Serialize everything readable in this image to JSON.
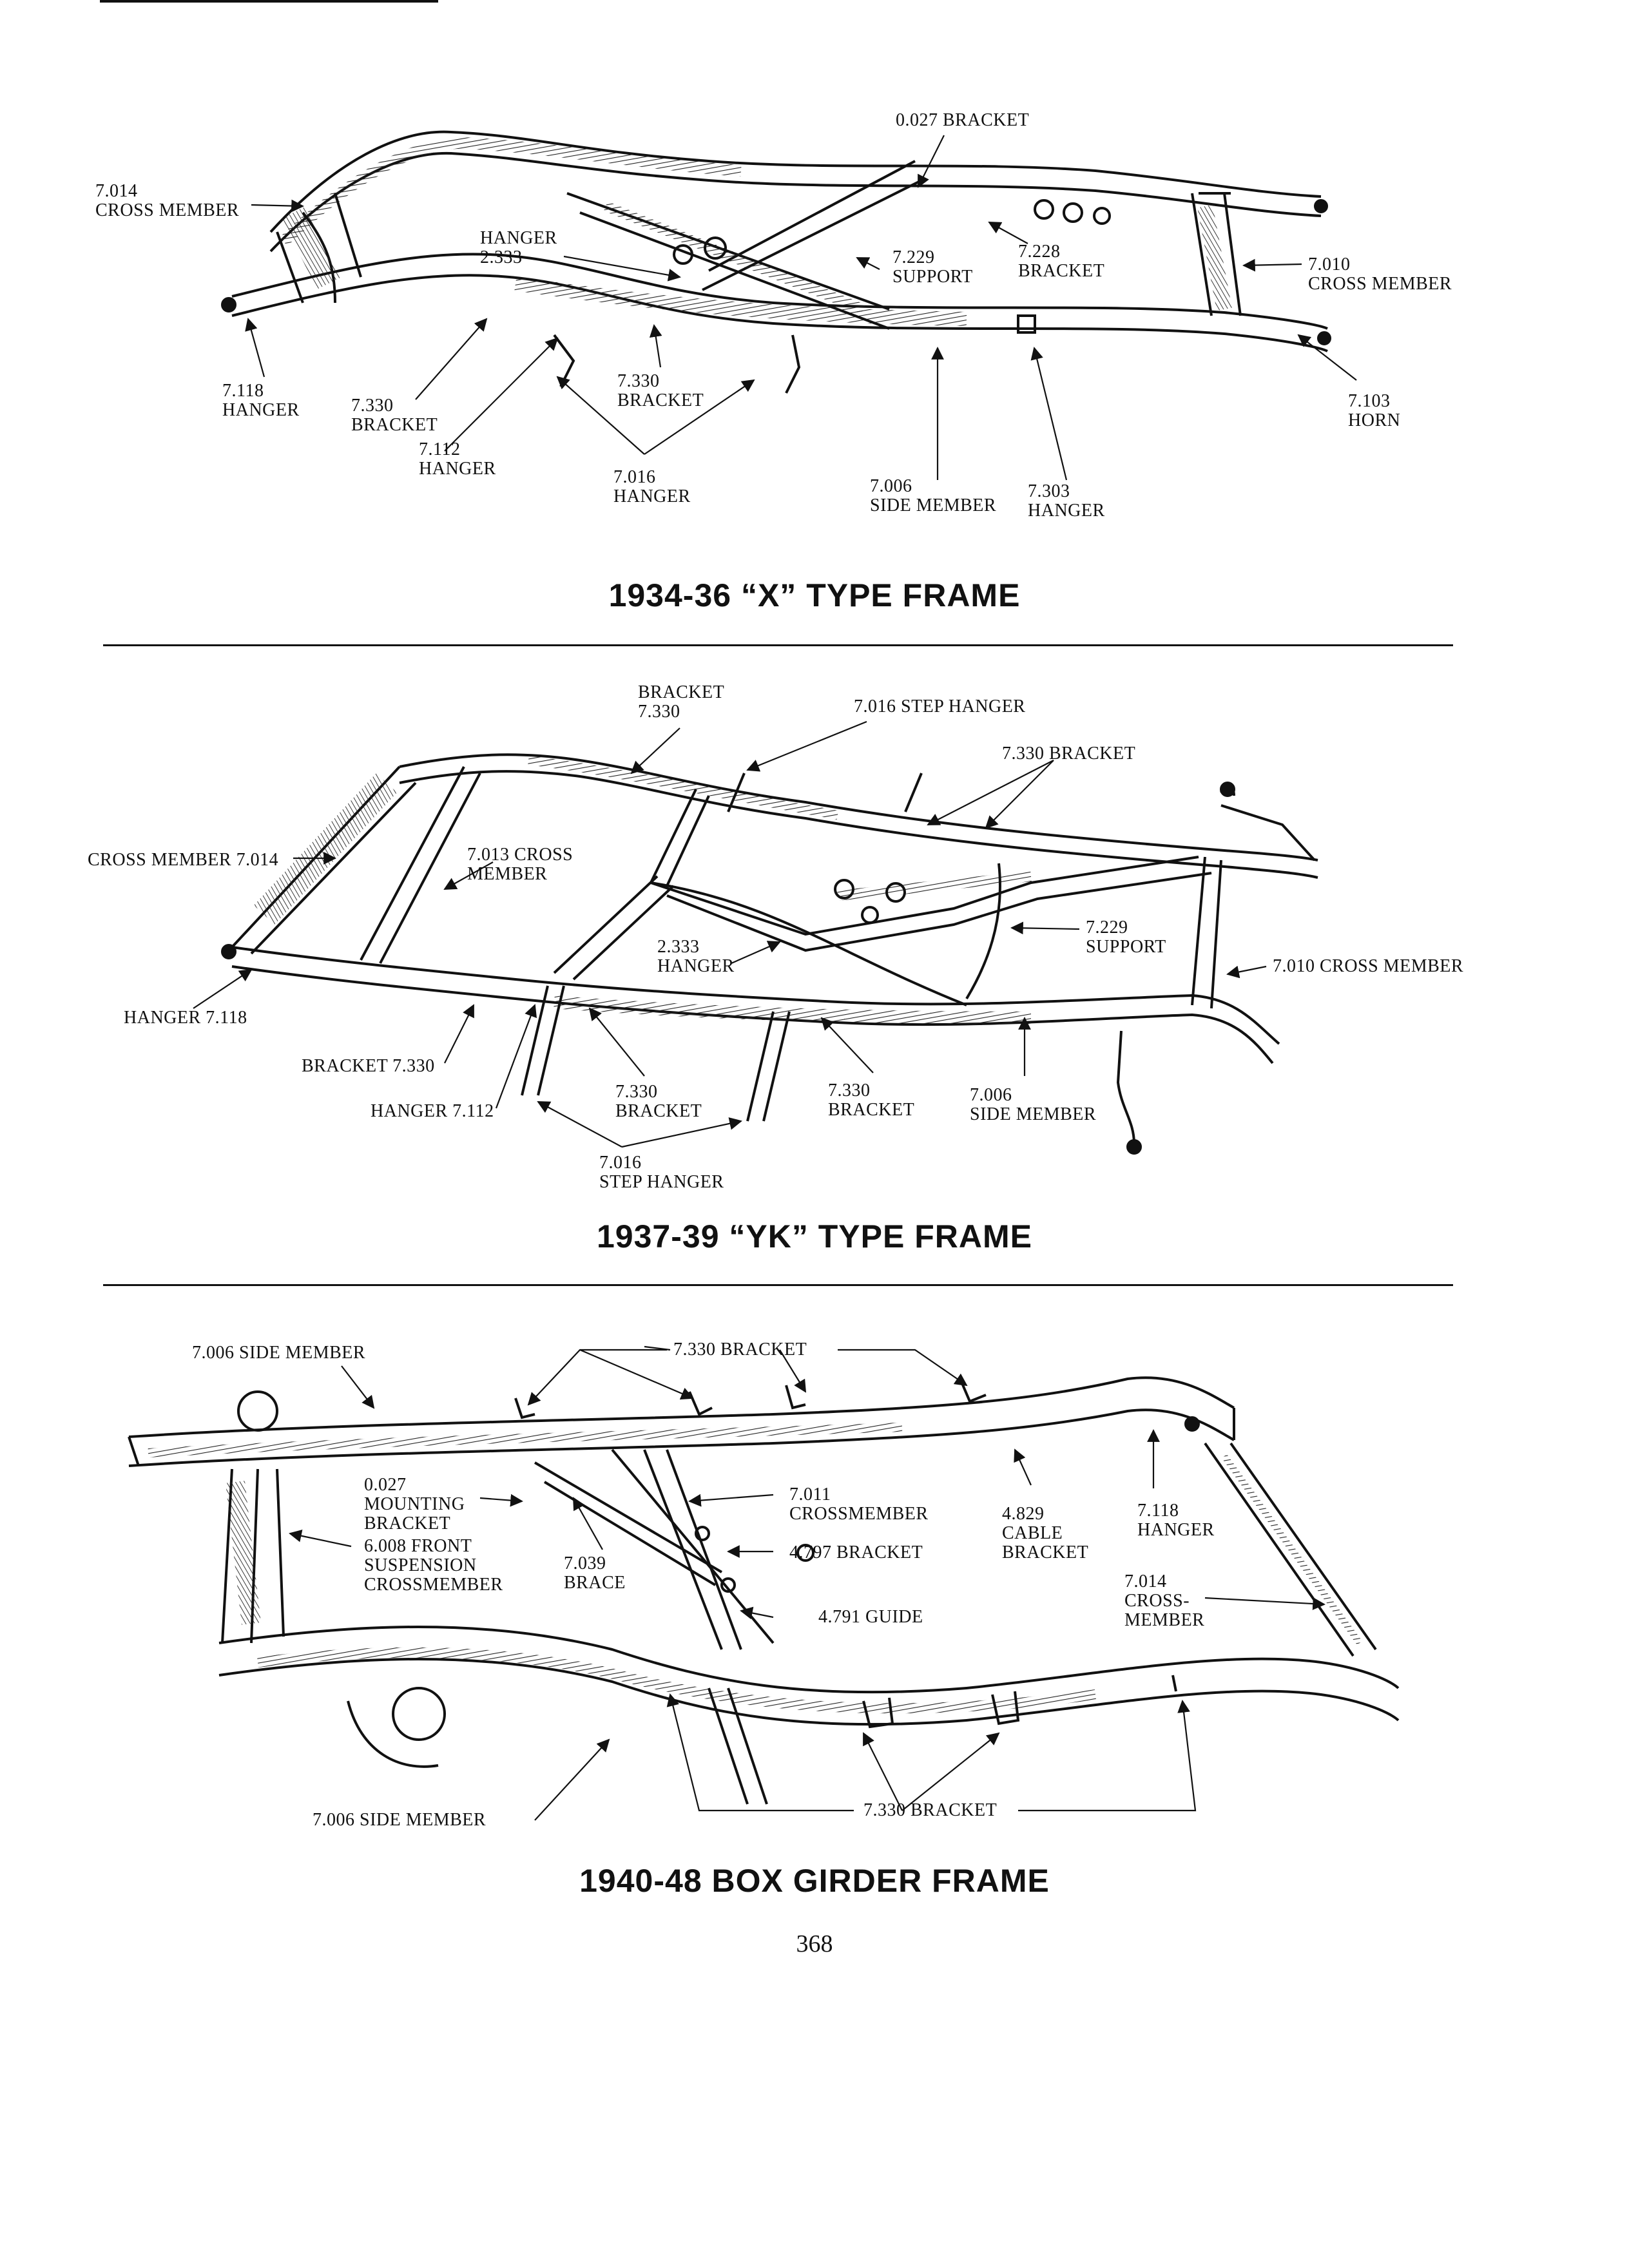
{
  "page_number": "368",
  "diagrams": [
    {
      "title": "1934-36 “X” TYPE FRAME",
      "labels": {
        "bracket_0027": "0.027 BRACKET",
        "cross_7014": [
          "7.014",
          "CROSS MEMBER"
        ],
        "hanger_2333": [
          "HANGER",
          "2.333"
        ],
        "support_7229": [
          "7.229",
          "SUPPORT"
        ],
        "bracket_7228": [
          "7.228",
          "BRACKET"
        ],
        "cross_7010": [
          "7.010",
          "CROSS MEMBER"
        ],
        "hanger_7118": [
          "7.118",
          "HANGER"
        ],
        "bracket_7330a": [
          "7.330",
          "BRACKET"
        ],
        "bracket_7330b": [
          "7.330",
          "BRACKET"
        ],
        "hanger_7112": [
          "7.112",
          "HANGER"
        ],
        "hanger_7016": [
          "7.016",
          "HANGER"
        ],
        "side_7006": [
          "7.006",
          "SIDE MEMBER"
        ],
        "hanger_7303": [
          "7.303",
          "HANGER"
        ],
        "horn_7103": [
          "7.103",
          "HORN"
        ]
      }
    },
    {
      "title": "1937-39 “YK” TYPE FRAME",
      "labels": {
        "bracket_7330_top": [
          "BRACKET",
          "7.330"
        ],
        "step_hanger_7016_top": "7.016 STEP HANGER",
        "bracket_7330_right": "7.330 BRACKET",
        "cross_7014": "CROSS MEMBER 7.014",
        "cross_7013": [
          "7.013 CROSS",
          "MEMBER"
        ],
        "support_7229": [
          "7.229",
          "SUPPORT"
        ],
        "hanger_2333": [
          "2.333",
          "HANGER"
        ],
        "cross_7010": "7.010 CROSS MEMBER",
        "hanger_7118": "HANGER 7.118",
        "bracket_7330_left": "BRACKET 7.330",
        "hanger_7112": "HANGER 7.112",
        "bracket_7330_mid1": [
          "7.330",
          "BRACKET"
        ],
        "bracket_7330_mid2": [
          "7.330",
          "BRACKET"
        ],
        "side_7006": [
          "7.006",
          "SIDE MEMBER"
        ],
        "step_hanger_7016_bottom": [
          "7.016",
          "STEP HANGER"
        ]
      }
    },
    {
      "title": "1940-48 BOX GIRDER FRAME",
      "labels": {
        "side_7006_top": "7.006 SIDE MEMBER",
        "bracket_7330_top": "7.330 BRACKET",
        "mounting_0027": [
          "0.027",
          "MOUNTING",
          "BRACKET"
        ],
        "cross_7011": [
          "7.011",
          "CROSSMEMBER"
        ],
        "cable_4829": [
          "4.829",
          "CABLE",
          "BRACKET"
        ],
        "hanger_7118": [
          "7.118",
          "HANGER"
        ],
        "front_susp_6008": [
          "6.008 FRONT",
          "SUSPENSION",
          "CROSSMEMBER"
        ],
        "brace_7039": [
          "7.039",
          "BRACE"
        ],
        "bracket_4797": "4.797 BRACKET",
        "guide_4791": "4.791 GUIDE",
        "cross_7014": [
          "7.014",
          "CROSS-",
          "MEMBER"
        ],
        "side_7006_bottom": "7.006 SIDE MEMBER",
        "bracket_7330_bottom": "7.330 BRACKET"
      }
    }
  ]
}
